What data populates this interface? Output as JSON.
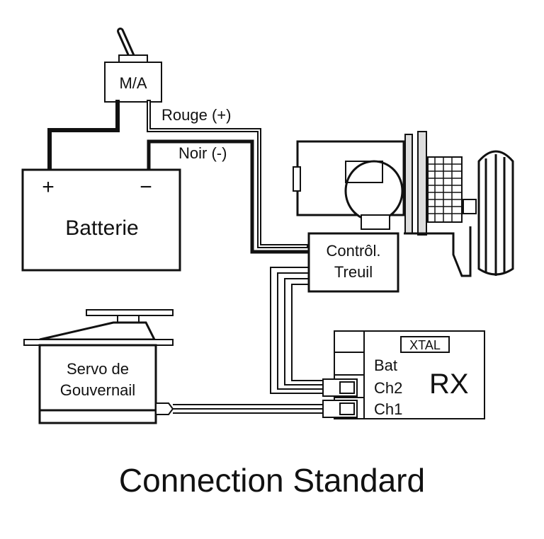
{
  "switch": {
    "label": "M/A"
  },
  "wires": {
    "positive_label": "Rouge (+)",
    "negative_label": "Noir (-)"
  },
  "battery": {
    "label": "Batterie",
    "plus_symbol": "+",
    "minus_symbol": "−"
  },
  "controller": {
    "line1": "Contrôl.",
    "line2": "Treuil"
  },
  "servo": {
    "line1": "Servo de",
    "line2": "Gouvernail"
  },
  "receiver": {
    "crystal_label": "XTAL",
    "title": "RX",
    "channels": [
      "Bat",
      "Ch2",
      "Ch1"
    ]
  },
  "caption": "Connection Standard"
}
